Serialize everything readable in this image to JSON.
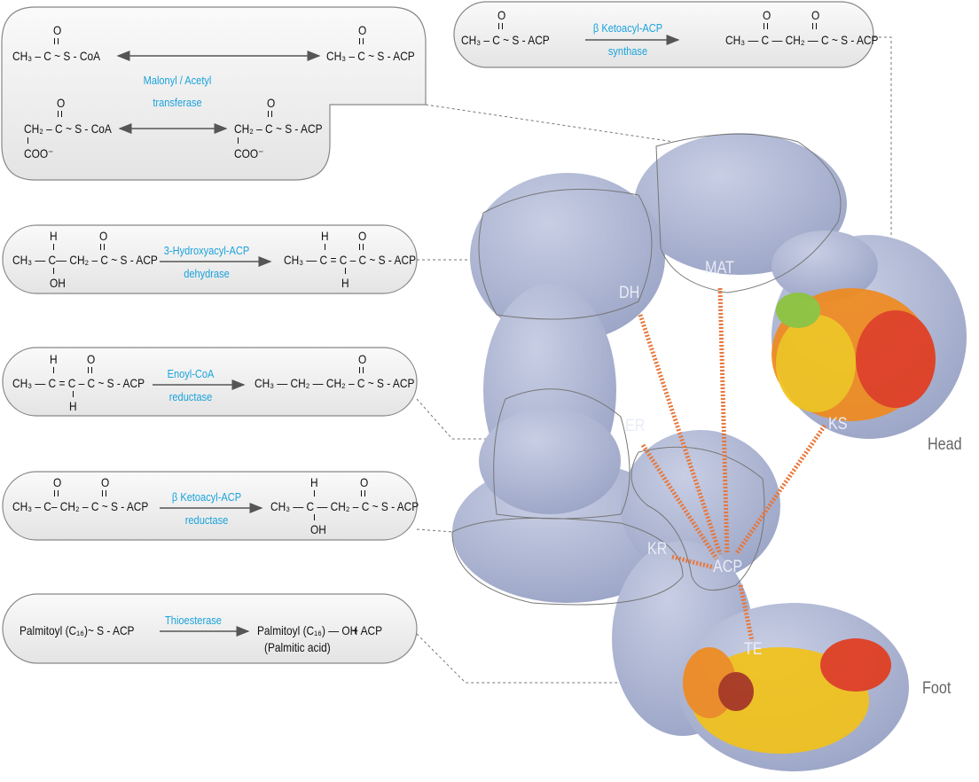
{
  "reactions": {
    "mat": {
      "r1": "CH₃ – C ~ S - CoA",
      "p1": "CH₃ – C ~ S - ACP",
      "enzyme_line1": "Malonyl / Acetyl",
      "enzyme_line2": "transferase",
      "r2": "CH₂ – C ~ S - CoA",
      "r2_sub": "COO⁻",
      "p2": "CH₂ – C ~ S - ACP",
      "p2_sub": "COO⁻",
      "o": "O"
    },
    "ks": {
      "reactant": "CH₃ – C ~ S - ACP",
      "enzyme_line1": "β Ketoacyl-ACP",
      "enzyme_line2": "synthase",
      "product": "CH₃ — C — CH₂ — C ~ S - ACP",
      "o": "O"
    },
    "dh": {
      "reactant": "CH₃ — C— CH₂ – C ~ S - ACP",
      "enzyme_line1": "3-Hydroxyacyl-ACP",
      "enzyme_line2": "dehydrase",
      "product": "CH₃ — C = C – C ~ S - ACP",
      "h": "H",
      "oh": "OH",
      "o": "O"
    },
    "er": {
      "reactant": "CH₃ — C = C – C ~ S - ACP",
      "enzyme_line1": "Enoyl-CoA",
      "enzyme_line2": "reductase",
      "product": "CH₃ — CH₂ — CH₂ – C ~ S - ACP",
      "h": "H",
      "o": "O"
    },
    "kr": {
      "reactant": "CH₃ – C– CH₂ – C ~ S - ACP",
      "enzyme_line1": "β Ketoacyl-ACP",
      "enzyme_line2": "reductase",
      "product": "CH₃ — C — CH₂ – C ~ S - ACP",
      "h": "H",
      "oh": "OH",
      "o": "O"
    },
    "te": {
      "reactant": "Palmitoyl (C₁₆)~ S - ACP",
      "enzyme": "Thioesterase",
      "product": "Palmitoyl (C₁₆) — OH",
      "plus": "+  ACP",
      "product_note": "(Palmitic acid)"
    }
  },
  "domains": {
    "dh": "DH",
    "mat": "MAT",
    "er": "ER",
    "ks": "KS",
    "kr": "KR",
    "acp": "ACP",
    "te": "TE"
  },
  "regions": {
    "head": "Head",
    "foot": "Foot"
  },
  "colors": {
    "enzyme": "#1aa3dc",
    "link": "#e8763a",
    "surface": "#aab3d0",
    "box": "#f0f0f0"
  }
}
